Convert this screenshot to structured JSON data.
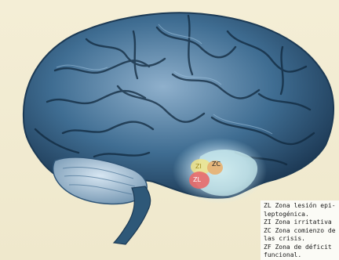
{
  "figure": {
    "zones": [
      {
        "code": "ZI",
        "color": "#f0e48a"
      },
      {
        "code": "ZC",
        "color": "#e8b070"
      },
      {
        "code": "ZL",
        "color": "#e86a6a"
      }
    ],
    "legend": [
      "ZL Zona lesión epi-",
      "leptogénica.",
      "ZI Zona irritativa",
      "ZC Zona comienzo de",
      "las crisis.",
      "ZF Zona de déficit",
      "funcional."
    ]
  }
}
